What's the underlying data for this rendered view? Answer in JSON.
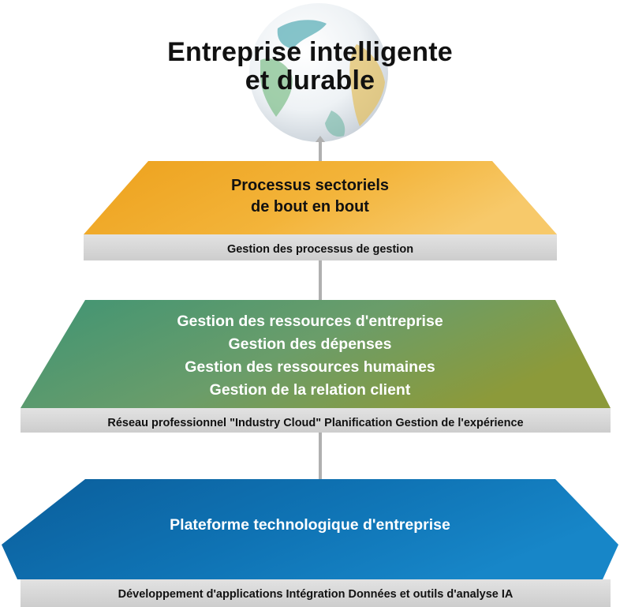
{
  "title": {
    "line1": "Entreprise intelligente",
    "line2": "et durable"
  },
  "tiers": [
    {
      "lines": [
        "Processus sectoriels",
        "de bout en bout"
      ],
      "band": "Gestion des processus de gestion"
    },
    {
      "lines": [
        "Gestion des ressources d'entreprise",
        "Gestion des dépenses",
        "Gestion des ressources humaines",
        "Gestion de la relation client"
      ],
      "band": "Réseau professionnel  \"Industry Cloud\" Planification  Gestion de l'expérience"
    },
    {
      "lines": [
        "Plateforme technologique d'entreprise"
      ],
      "band": "Développement d'applications Intégration Données et outils d'analyse IA"
    }
  ],
  "colors": {
    "tier1": "#efa92a",
    "tier2": "#5a9a70",
    "tier3": "#0f6fae",
    "band": "#d8d8d8",
    "connector": "#b0b0b0"
  },
  "icons": {
    "globe": "globe-icon"
  }
}
